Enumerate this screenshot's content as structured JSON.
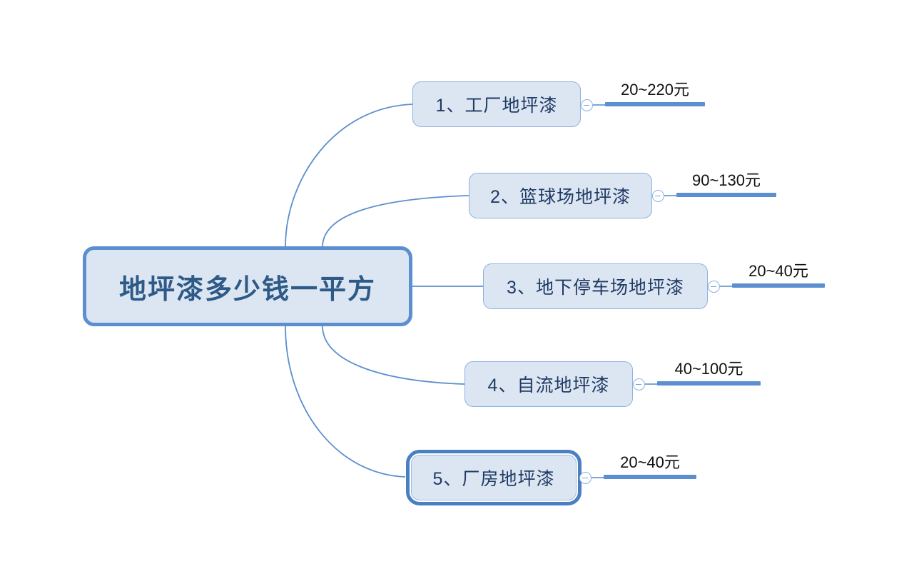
{
  "diagram": {
    "type": "mind-map",
    "background_color": "#ffffff",
    "accent_color": "#5b8fd0",
    "node_fill_color": "#dce6f2",
    "node_border_color": "#8cb2e0",
    "root_text_color": "#2e5a88",
    "branch_text_color": "#1f3a63",
    "price_text_color": "#101010"
  },
  "root": {
    "label": "地坪漆多少钱一平方"
  },
  "branches": [
    {
      "index": "1",
      "label": "1、工厂地坪漆",
      "price": "20~220元",
      "toggle_icon": "collapse-minus-icon",
      "selected": false
    },
    {
      "index": "2",
      "label": "2、篮球场地坪漆",
      "price": "90~130元",
      "toggle_icon": "collapse-minus-icon",
      "selected": false
    },
    {
      "index": "3",
      "label": "3、地下停车场地坪漆",
      "price": "20~40元",
      "toggle_icon": "collapse-minus-icon",
      "selected": false
    },
    {
      "index": "4",
      "label": "4、自流地坪漆",
      "price": "40~100元",
      "toggle_icon": "collapse-minus-icon",
      "selected": false
    },
    {
      "index": "5",
      "label": "5、厂房地坪漆",
      "price": "20~40元",
      "toggle_icon": "collapse-minus-icon",
      "selected": true
    }
  ]
}
